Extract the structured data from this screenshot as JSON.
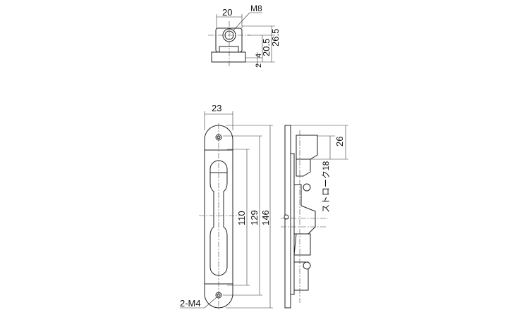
{
  "top_view": {
    "width_label": "20",
    "thread_label": "M8",
    "height_label": "26.5",
    "axis_label": "20.5",
    "base_label": "4",
    "offset_label": "2"
  },
  "front_view": {
    "width_label": "23",
    "dim_inner": "110",
    "dim_mid": "129",
    "dim_total": "146",
    "screw_label": "2-M4"
  },
  "side_view": {
    "dim_top": "26",
    "stroke_label": "ストローク18"
  }
}
